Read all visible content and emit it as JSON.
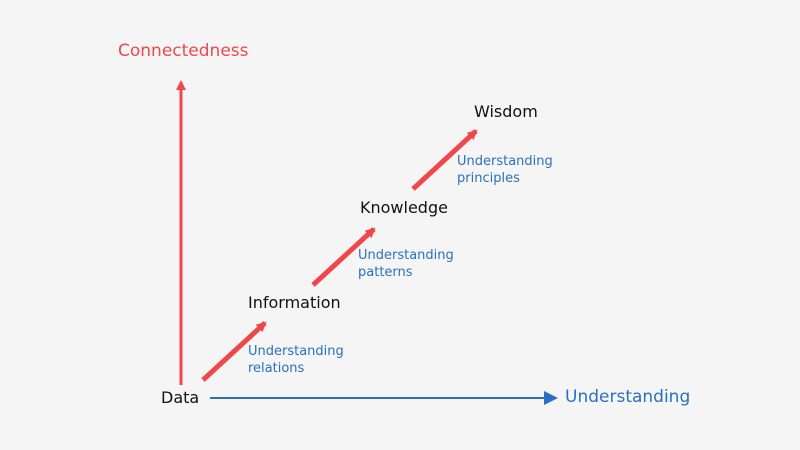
{
  "axes": {
    "y_label": "Connectedness",
    "x_label": "Understanding"
  },
  "stages": [
    {
      "label": "Data"
    },
    {
      "label": "Information"
    },
    {
      "label": "Knowledge"
    },
    {
      "label": "Wisdom"
    }
  ],
  "transitions": [
    {
      "line1": "Understanding",
      "line2": "relations"
    },
    {
      "line1": "Understanding",
      "line2": "patterns"
    },
    {
      "line1": "Understanding",
      "line2": "principles"
    }
  ],
  "colors": {
    "background": "#f5f5f5",
    "connectedness": "#f0474d",
    "understanding": "#2a70c0",
    "stage_text": "#111111",
    "transition_text": "#2a70c0"
  }
}
